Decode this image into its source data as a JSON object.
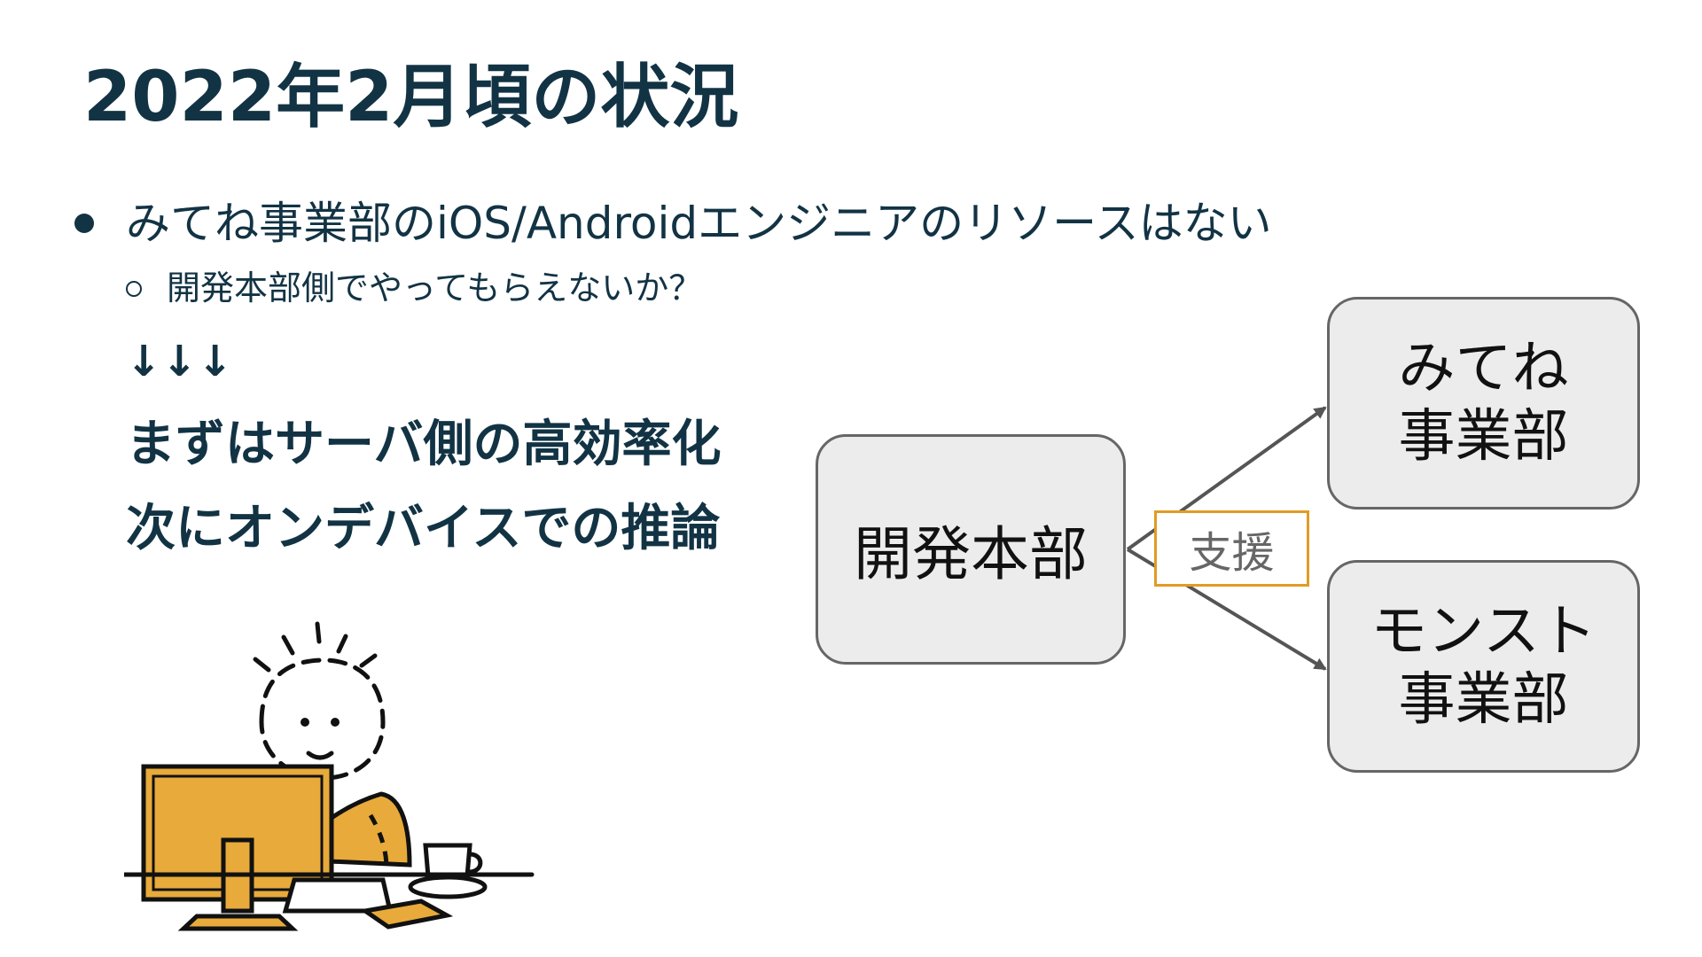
{
  "slide": {
    "title": "2022年2月頃の状況",
    "bullet": "みてね事業部のiOS/Androidエンジニアのリソースはない",
    "subbullet": "開発本部側でやってもらえないか？",
    "arrows": "↓↓↓",
    "emphasis": [
      "まずはサーバ側の高効率化",
      "次にオンデバイスでの推論"
    ]
  },
  "diagram": {
    "source": "開発本部",
    "support_label": "支援",
    "targets": [
      {
        "line1": "みてね",
        "line2": "事業部"
      },
      {
        "line1": "モンスト",
        "line2": "事業部"
      }
    ]
  },
  "colors": {
    "title": "#123344",
    "accent": "#e19b25",
    "box_fill": "#ececec",
    "box_border": "#666666",
    "illustration_fill": "#e8aa3a"
  },
  "icons": {
    "illustration": "person-at-computer-illustration"
  }
}
